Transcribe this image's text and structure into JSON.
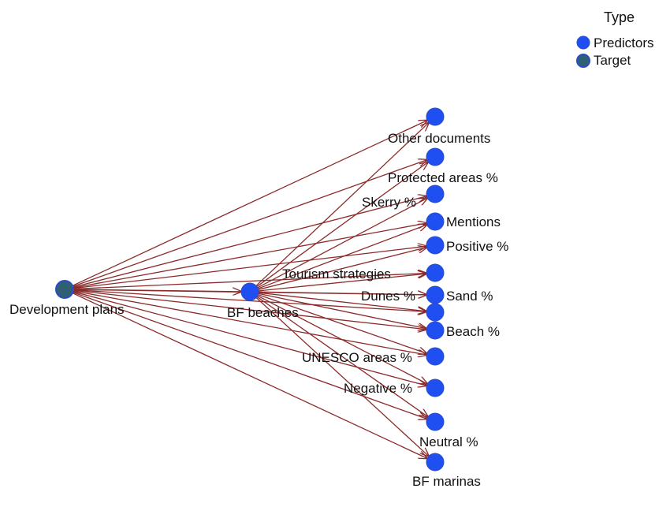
{
  "legend": {
    "title": "Type",
    "items": [
      {
        "label": "Predictors",
        "color": "#1f4ff0"
      },
      {
        "label": "Target",
        "color": "#2f5f73"
      }
    ]
  },
  "colors": {
    "edge": "#8b2a2a",
    "predictor": "#1f4ff0",
    "target": "#2f5f73",
    "node_stroke": "#2b4cc9"
  },
  "nodes": [
    {
      "id": "development-plans",
      "label": "Development plans",
      "type": "Target"
    },
    {
      "id": "bf-beaches",
      "label": "BF beaches",
      "type": "Predictors"
    },
    {
      "id": "other-documents",
      "label": "Other documents",
      "type": "Predictors"
    },
    {
      "id": "protected-areas",
      "label": "Protected areas %",
      "type": "Predictors"
    },
    {
      "id": "skerry",
      "label": "Skerry %",
      "type": "Predictors"
    },
    {
      "id": "mentions",
      "label": "Mentions",
      "type": "Predictors"
    },
    {
      "id": "positive",
      "label": "Positive %",
      "type": "Predictors"
    },
    {
      "id": "tourism-strategies",
      "label": "Tourism strategies",
      "type": "Predictors"
    },
    {
      "id": "sand",
      "label": "Sand %",
      "type": "Predictors"
    },
    {
      "id": "dunes",
      "label": "Dunes %",
      "type": "Predictors"
    },
    {
      "id": "beach",
      "label": "Beach %",
      "type": "Predictors"
    },
    {
      "id": "unesco-areas",
      "label": "UNESCO areas %",
      "type": "Predictors"
    },
    {
      "id": "negative",
      "label": "Negative %",
      "type": "Predictors"
    },
    {
      "id": "neutral",
      "label": "Neutral %",
      "type": "Predictors"
    },
    {
      "id": "bf-marinas",
      "label": "BF marinas",
      "type": "Predictors"
    }
  ],
  "edges": [
    [
      "development-plans",
      "bf-beaches"
    ],
    [
      "development-plans",
      "other-documents"
    ],
    [
      "development-plans",
      "protected-areas"
    ],
    [
      "development-plans",
      "skerry"
    ],
    [
      "development-plans",
      "mentions"
    ],
    [
      "development-plans",
      "positive"
    ],
    [
      "development-plans",
      "tourism-strategies"
    ],
    [
      "development-plans",
      "sand"
    ],
    [
      "development-plans",
      "dunes"
    ],
    [
      "development-plans",
      "beach"
    ],
    [
      "development-plans",
      "unesco-areas"
    ],
    [
      "development-plans",
      "negative"
    ],
    [
      "development-plans",
      "neutral"
    ],
    [
      "development-plans",
      "bf-marinas"
    ],
    [
      "bf-beaches",
      "other-documents"
    ],
    [
      "bf-beaches",
      "protected-areas"
    ],
    [
      "bf-beaches",
      "skerry"
    ],
    [
      "bf-beaches",
      "mentions"
    ],
    [
      "bf-beaches",
      "positive"
    ],
    [
      "bf-beaches",
      "tourism-strategies"
    ],
    [
      "bf-beaches",
      "sand"
    ],
    [
      "bf-beaches",
      "dunes"
    ],
    [
      "bf-beaches",
      "beach"
    ],
    [
      "bf-beaches",
      "unesco-areas"
    ],
    [
      "bf-beaches",
      "negative"
    ],
    [
      "bf-beaches",
      "neutral"
    ],
    [
      "bf-beaches",
      "bf-marinas"
    ]
  ]
}
